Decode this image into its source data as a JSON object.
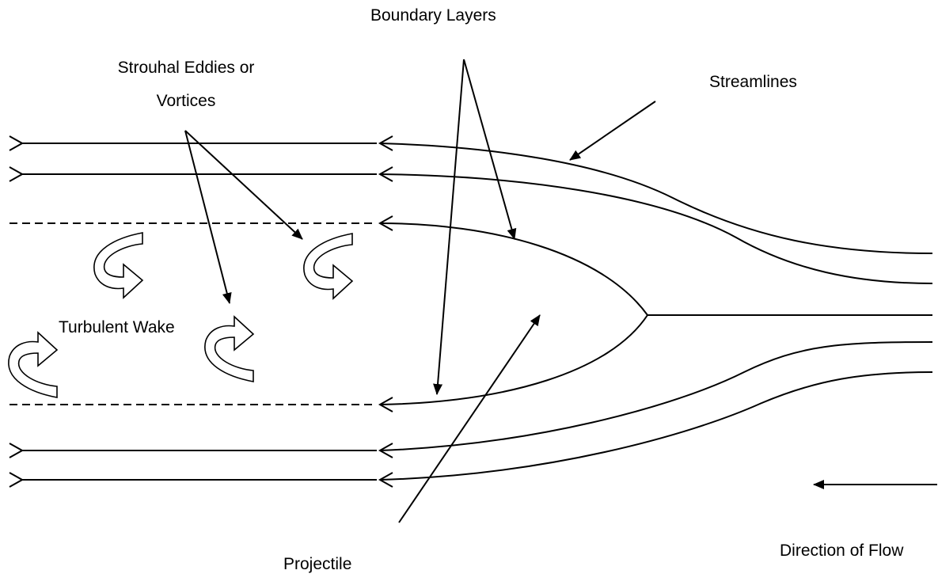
{
  "labels": {
    "boundary_layers": "Boundary Layers",
    "eddies_line1": "Strouhal Eddies or",
    "eddies_line2": "Vortices",
    "streamlines": "Streamlines",
    "turbulent_wake": "Turbulent Wake",
    "projectile": "Projectile",
    "direction_of_flow": "Direction of Flow"
  },
  "colors": {
    "ink": "#000000",
    "background": "#ffffff"
  }
}
